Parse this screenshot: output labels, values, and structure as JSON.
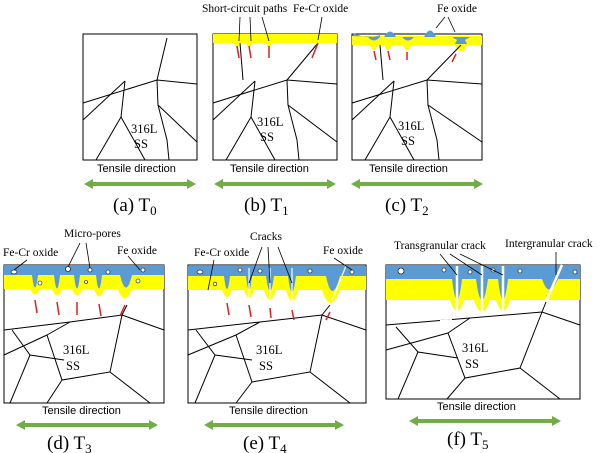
{
  "material": {
    "line1": "316L",
    "line2": "SS"
  },
  "tensile_label": "Tensile direction",
  "panels": {
    "a": {
      "caption": "(a) T",
      "sub": "0"
    },
    "b": {
      "caption": "(b) T",
      "sub": "1"
    },
    "c": {
      "caption": "(c) T",
      "sub": "2"
    },
    "d": {
      "caption": "(d) T",
      "sub": "3"
    },
    "e": {
      "caption": "(e) T",
      "sub": "4"
    },
    "f": {
      "caption": "(f) T",
      "sub": "5"
    }
  },
  "annotations": {
    "short_circuit_paths": "Short-circuit paths",
    "fe_cr_oxide": "Fe-Cr oxide",
    "fe_oxide": "Fe oxide",
    "micro_pores": "Micro-pores",
    "cracks": "Cracks",
    "transgranular_crack": "Transgranular crack",
    "intergranular_crack": "Intergranular crack"
  },
  "colors": {
    "yellow_layer": "#ffff00",
    "blue_oxide": "#5b9bd5",
    "red_path": "#e02020",
    "arrow_green": "#70ad47"
  }
}
